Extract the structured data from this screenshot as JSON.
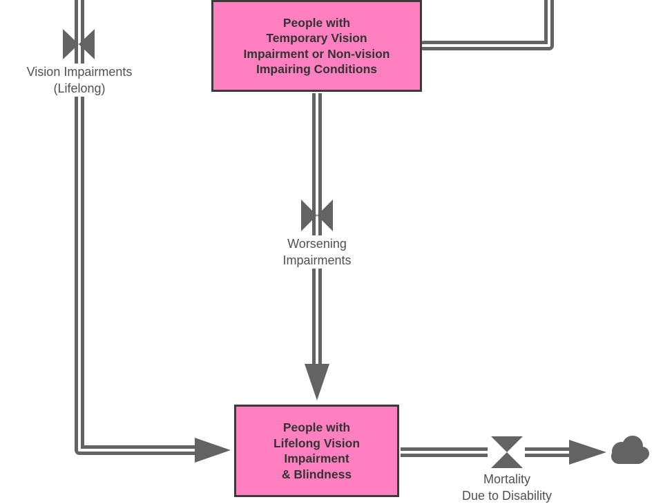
{
  "diagram": {
    "stocks": {
      "temporary": {
        "label": "People with\nTemporary Vision\nImpairment or Non-vision\nImpairing Conditions"
      },
      "lifelong": {
        "label": "People with\nLifelong Vision\nImpairment\n& Blindness"
      }
    },
    "flows": {
      "vision_impairments": {
        "label": "Vision Impairments\n(Lifelong)"
      },
      "worsening": {
        "label": "Worsening\nImpairments"
      },
      "mortality": {
        "label": "Mortality\nDue to Disability"
      }
    },
    "sink": {
      "icon": "cloud-icon"
    },
    "colors": {
      "stock_fill": "#ff80c0",
      "stock_border": "#3a3a3a",
      "pipe": "#636363",
      "label_text": "#505050"
    }
  }
}
